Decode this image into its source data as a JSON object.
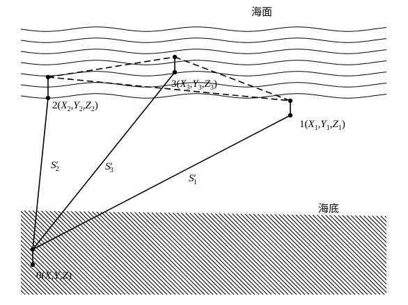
{
  "sea_surface_label": "海面",
  "sea_floor_label": "海底",
  "points": {
    "p0": {
      "prefix": "0(",
      "parts": [
        "X",
        ",",
        "Y",
        ",",
        "Z",
        ")"
      ]
    },
    "p1": {
      "prefix": "1(",
      "a": "X",
      "a_sub": "1",
      "b": "Y",
      "b_sub": "1",
      "c": "Z",
      "c_sub": "1",
      "suffix": ")"
    },
    "p2": {
      "prefix": "2(",
      "a": "X",
      "a_sub": "2",
      "b": "Y",
      "b_sub": "2",
      "c": "Z",
      "c_sub": "2",
      "suffix": ")"
    },
    "p3": {
      "prefix": "3(",
      "a": "X",
      "a_sub": "3",
      "b": "Y",
      "b_sub": "3",
      "c": "Z",
      "c_sub": "3",
      "suffix": ")"
    }
  },
  "ranges": {
    "s1": {
      "symbol": "S",
      "sub": "1",
      "prime": "′"
    },
    "s2": {
      "symbol": "S",
      "sub": "2",
      "prime": "′"
    },
    "s3": {
      "symbol": "S",
      "sub": "3",
      "prime": "′"
    }
  },
  "colors": {
    "ink": "#000000",
    "background": "#ffffff"
  }
}
